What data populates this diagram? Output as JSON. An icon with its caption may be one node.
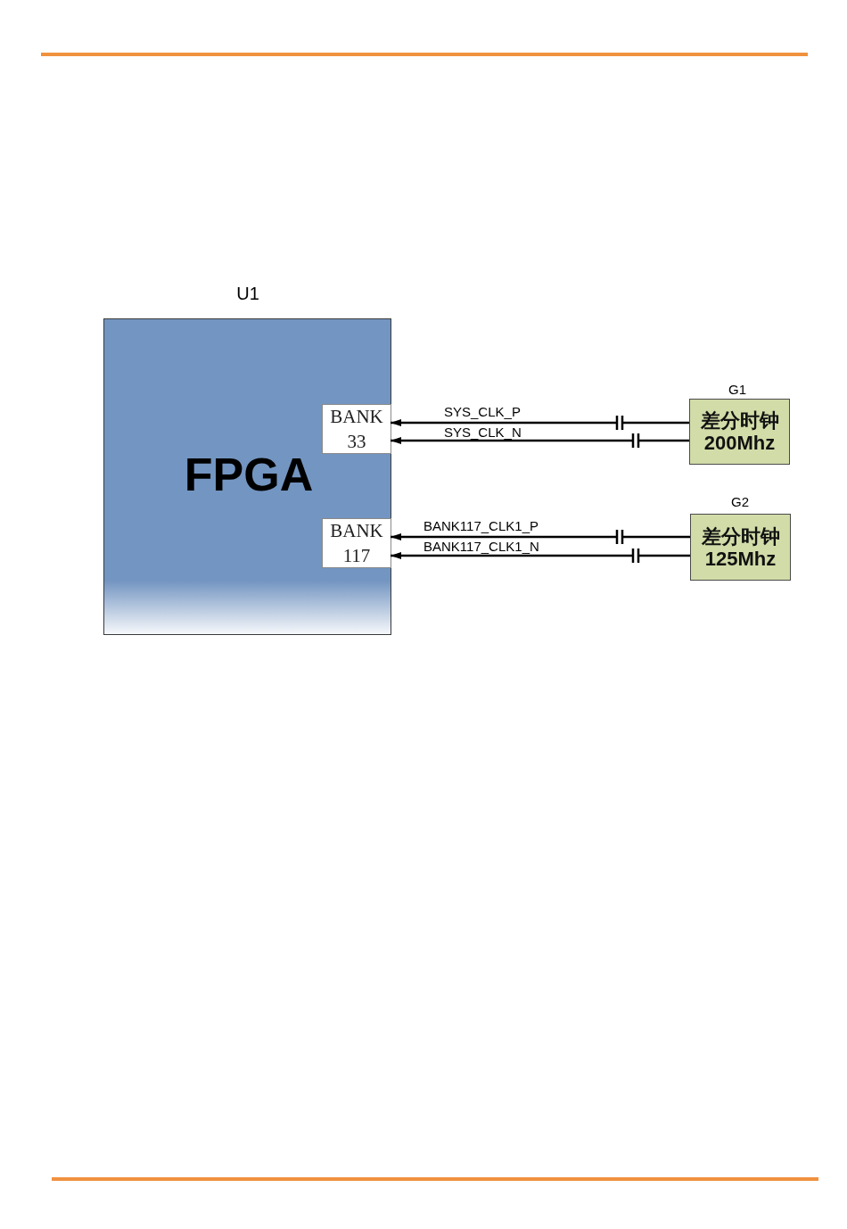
{
  "diagram": {
    "nodes": [
      {
        "text": [
          "FPGA"
        ],
        "beside": [
          "U1"
        ]
      },
      {
        "text": [
          "BANK 33"
        ],
        "in": 0
      },
      {
        "text": [
          "BANK 117"
        ],
        "in": 0
      },
      {
        "text": [
          "差分时钟 200Mhz"
        ],
        "beside": [
          "G1"
        ]
      },
      {
        "text": [
          "差分时钟 125Mhz"
        ],
        "beside": [
          "G2"
        ]
      }
    ],
    "edges": [
      {
        "from": 3,
        "to": 1,
        "arrow": "to",
        "label": "SYS_CLK_P"
      },
      {
        "from": 3,
        "to": 1,
        "arrow": "to",
        "label": "SYS_CLK_N"
      },
      {
        "from": 4,
        "to": 2,
        "arrow": "to",
        "label": "BANK117_CLK1_P"
      },
      {
        "from": 4,
        "to": 2,
        "arrow": "to",
        "label": "BANK117_CLK1_N"
      }
    ]
  }
}
